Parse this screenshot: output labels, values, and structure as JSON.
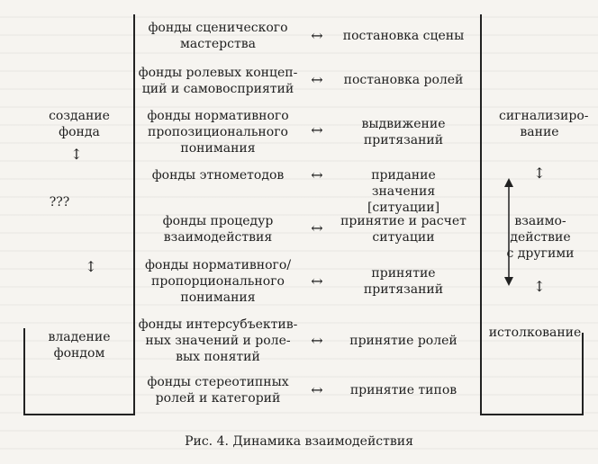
{
  "left_column": {
    "top_label": "создание\nфонда",
    "middle_label": "???",
    "bottom_label": "владение\nфондом"
  },
  "middle_rows": [
    {
      "left": "фонды сценического\nмастерства",
      "right": "постановка сцены"
    },
    {
      "left": "фонды ролевых концеп-\nций и самовосприятий",
      "right": "постановка ролей"
    },
    {
      "left": "фонды нормативного\nпропозиционального\nпонимания",
      "right": "выдвижение\nпритязаний"
    },
    {
      "left": "фонды этнометодов",
      "right": "придание значения\n[ситуации]"
    },
    {
      "left": "фонды процедур\nвзаимодействия",
      "right": "принятие и расчет\nситуации"
    },
    {
      "left": "фонды нормативного/\nпропорционального\nпонимания",
      "right": "принятие\nпритязаний"
    },
    {
      "left": "фонды интерсубъектив-\nных значений и роле-\nвых понятий",
      "right": "принятие ролей"
    },
    {
      "left": "фонды стереотипных\nролей и категорий",
      "right": "принятие типов"
    }
  ],
  "right_column": {
    "top_label": "сигнализиро-\nвание",
    "middle_label": "взаимо-\nдействие\nс другими",
    "bottom_label": "истолкование"
  },
  "symbols": {
    "horizontal_arrow": "↔",
    "vertical_arrow": "↕"
  },
  "caption": "Рис. 4. Динамика взаимодействия"
}
